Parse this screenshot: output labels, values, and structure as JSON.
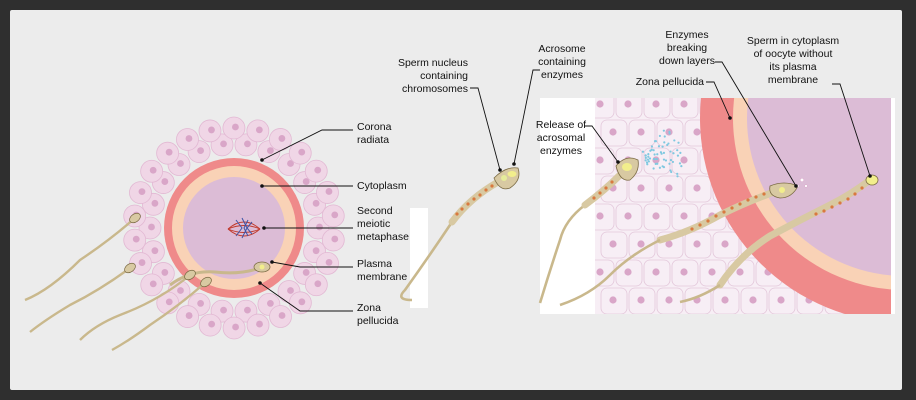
{
  "labels": {
    "corona_radiata": [
      "Corona",
      "radiata"
    ],
    "cytoplasm": [
      "Cytoplasm"
    ],
    "second_meiotic_metaphase": [
      "Second",
      "meiotic",
      "metaphase"
    ],
    "plasma_membrane": [
      "Plasma",
      "membrane"
    ],
    "zona_pellucida_left": [
      "Zona",
      "pellucida"
    ],
    "sperm_nucleus": [
      "Sperm nucleus",
      "containing",
      "chromosomes"
    ],
    "acrosome": [
      "Acrosome",
      "containing",
      "enzymes"
    ],
    "release_acrosomal": [
      "Release of",
      "acrosomal",
      "enzymes"
    ],
    "enzymes_breaking": [
      "Enzymes",
      "breaking",
      "down layers"
    ],
    "zona_pellucida_right": [
      "Zona pellucida"
    ],
    "sperm_in_cytoplasm": [
      "Sperm in cytoplasm",
      "of oocyte without",
      "its plasma",
      "membrane"
    ]
  },
  "colors": {
    "background": "#2f2f2f",
    "panel": "#ececec",
    "corona_cell": "#f0d6e6",
    "cell_nucleus": "#d9a6c8",
    "zona": "#ef8a8a",
    "cytoplasm_ring": "#f9d2b6",
    "ooplasm": "#dcbcd6",
    "sperm_body": "#d8c9a2",
    "acrosome": "#f2ee8c",
    "mito_dots": "#d9793f",
    "enzyme_spray": "#7fc8e0",
    "chromosome_red": "#c0392b",
    "chromosome_blue": "#3e55a8"
  }
}
